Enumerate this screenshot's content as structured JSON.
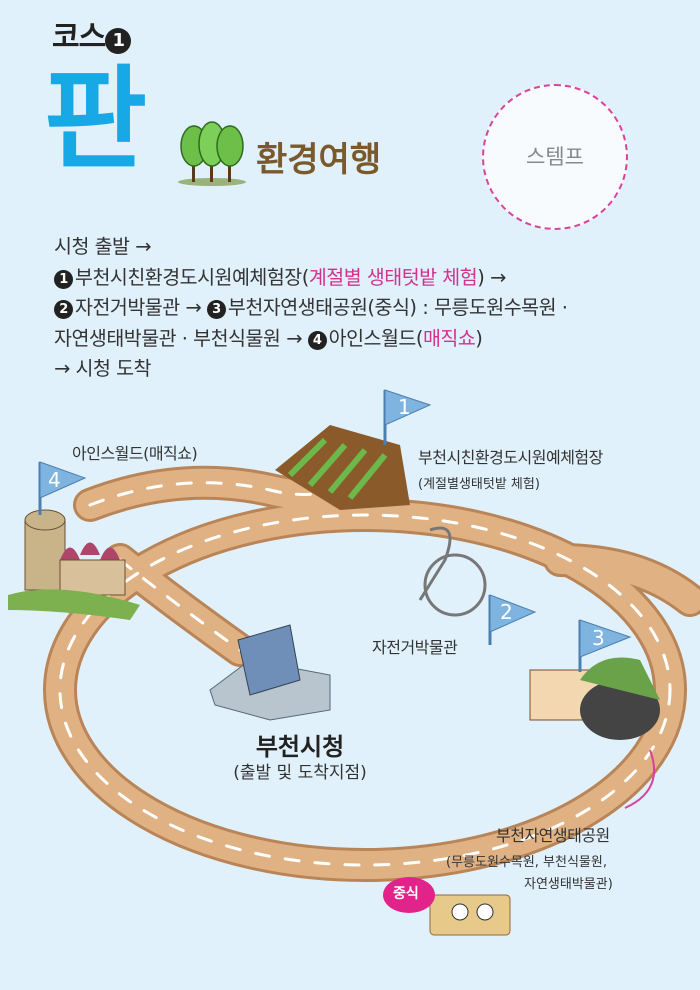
{
  "header": {
    "course_label": "코스",
    "course_number": "1",
    "title_char": "판",
    "theme": "환경여행",
    "stamp_label": "스템프"
  },
  "route": {
    "line1": "시청 출발 →",
    "line2_num": "1",
    "line2_place": "부천시친환경도시원예체험장(",
    "line2_highlight": "계절별 생태텃밭 체험",
    "line2_end": ") →",
    "line3_num_a": "2",
    "line3_a": "자전거박물관 → ",
    "line3_num_b": "3",
    "line3_b": "부천자연생태공원(중식) : 무릉도원수목원 ·",
    "line4_a": "자연생태박물관 · 부천식물원 → ",
    "line4_num": "4",
    "line4_place": "아인스월드(",
    "line4_highlight": "매직쇼",
    "line4_end": ")",
    "line5": "→ 시청 도착"
  },
  "map": {
    "spots": [
      {
        "flag": "1",
        "name": "부천시친환경도시원예체험장",
        "sub": "(계절별생태텃밭 체험)"
      },
      {
        "flag": "2",
        "name": "자전거박물관",
        "sub": ""
      },
      {
        "flag": "3",
        "name": "부천자연생태공원",
        "sub": "(무릉도원수목원, 부천식물원,",
        "sub2": "자연생태박물관)"
      },
      {
        "flag": "4",
        "name": "아인스월드(매직쇼)",
        "sub": ""
      }
    ],
    "city_hall": {
      "name": "부천시청",
      "sub": "(출발 및 도착지점)"
    },
    "lunch_badge": "중식"
  },
  "colors": {
    "accent": "#16a9e6",
    "highlight": "#d3318e",
    "road": "#d9a877",
    "flag": "#7fb3e0"
  }
}
